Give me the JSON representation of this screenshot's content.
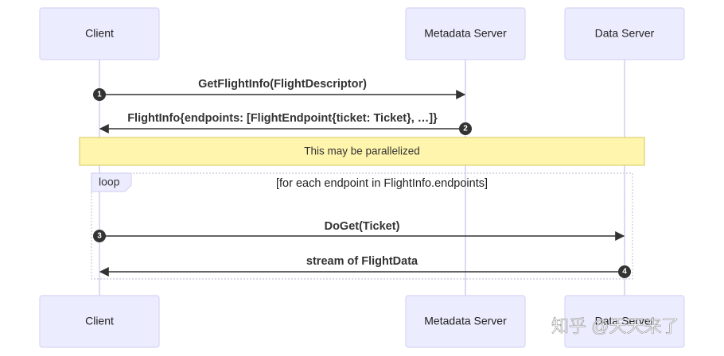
{
  "participants": {
    "client": "Client",
    "metadata": "Metadata Server",
    "data": "Data Server"
  },
  "messages": [
    {
      "num": "1",
      "label": "GetFlightInfo(FlightDescriptor)"
    },
    {
      "num": "2",
      "label": "FlightInfo{endpoints: [FlightEndpoint{ticket: Ticket}, …]}"
    },
    {
      "num": "3",
      "label": "DoGet(Ticket)"
    },
    {
      "num": "4",
      "label": "stream of FlightData"
    }
  ],
  "note": "This may be parallelized",
  "loop": {
    "label": "loop",
    "condition": "[for each endpoint in FlightInfo.endpoints]"
  },
  "watermark": "知乎 @天天来了",
  "colors": {
    "actor_fill": "#ececff",
    "note_fill": "#fff5ad",
    "line": "#333333"
  }
}
